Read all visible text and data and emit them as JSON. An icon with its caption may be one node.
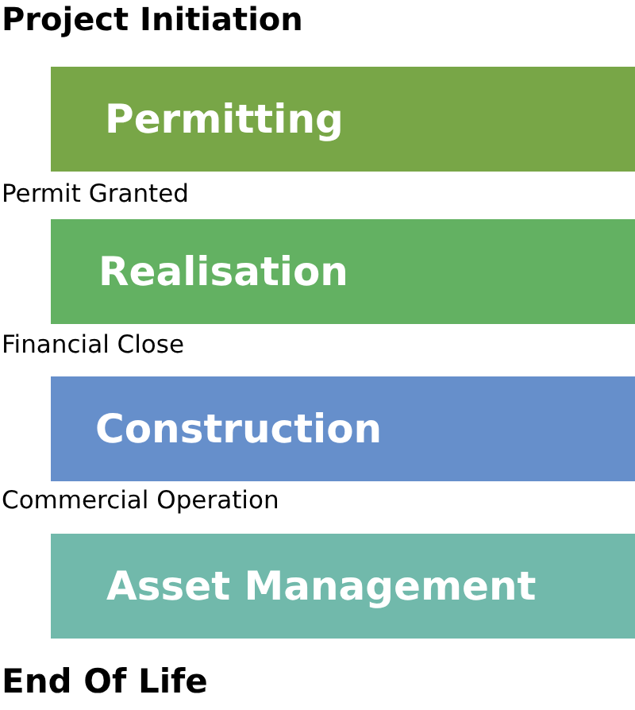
{
  "diagram": {
    "nodes": [
      {
        "text": [
          "Permitting"
        ]
      },
      {
        "text": [
          "Realisation"
        ]
      },
      {
        "text": [
          "Construction"
        ]
      },
      {
        "text": [
          "Asset Management"
        ]
      }
    ],
    "labels": [
      "Project Initiation",
      "Permit Granted",
      "Financial Close",
      "Commercial Operation",
      "End Of Life"
    ]
  }
}
